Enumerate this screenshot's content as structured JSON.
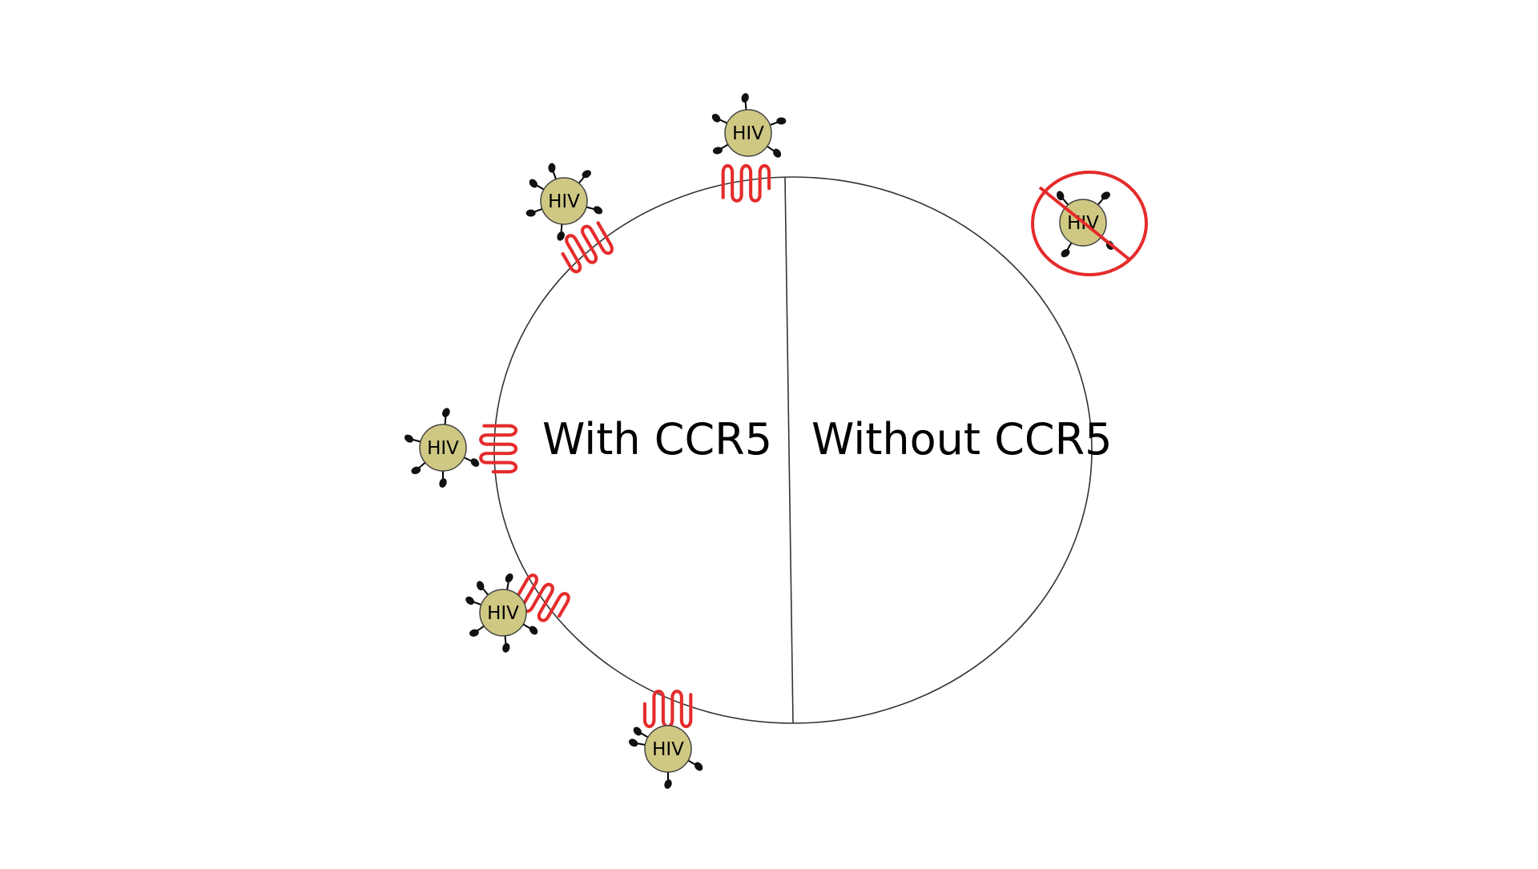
{
  "diagram": {
    "left_label": "With CCR5",
    "right_label": "Without CCR5",
    "virus_label": "HIV",
    "colors": {
      "virus_fill": "#cfc883",
      "receptor": "#e52b2b",
      "outline": "#000000",
      "no_entry": "#e52b2b",
      "background": "#ffffff"
    },
    "bound_viruses": [
      {
        "name": "top",
        "label": "HIV"
      },
      {
        "name": "upper-left",
        "label": "HIV"
      },
      {
        "name": "left",
        "label": "HIV"
      },
      {
        "name": "lower-left",
        "label": "HIV"
      },
      {
        "name": "bottom",
        "label": "HIV"
      }
    ],
    "blocked_virus": {
      "label": "HIV",
      "icon": "no-entry-icon"
    }
  }
}
